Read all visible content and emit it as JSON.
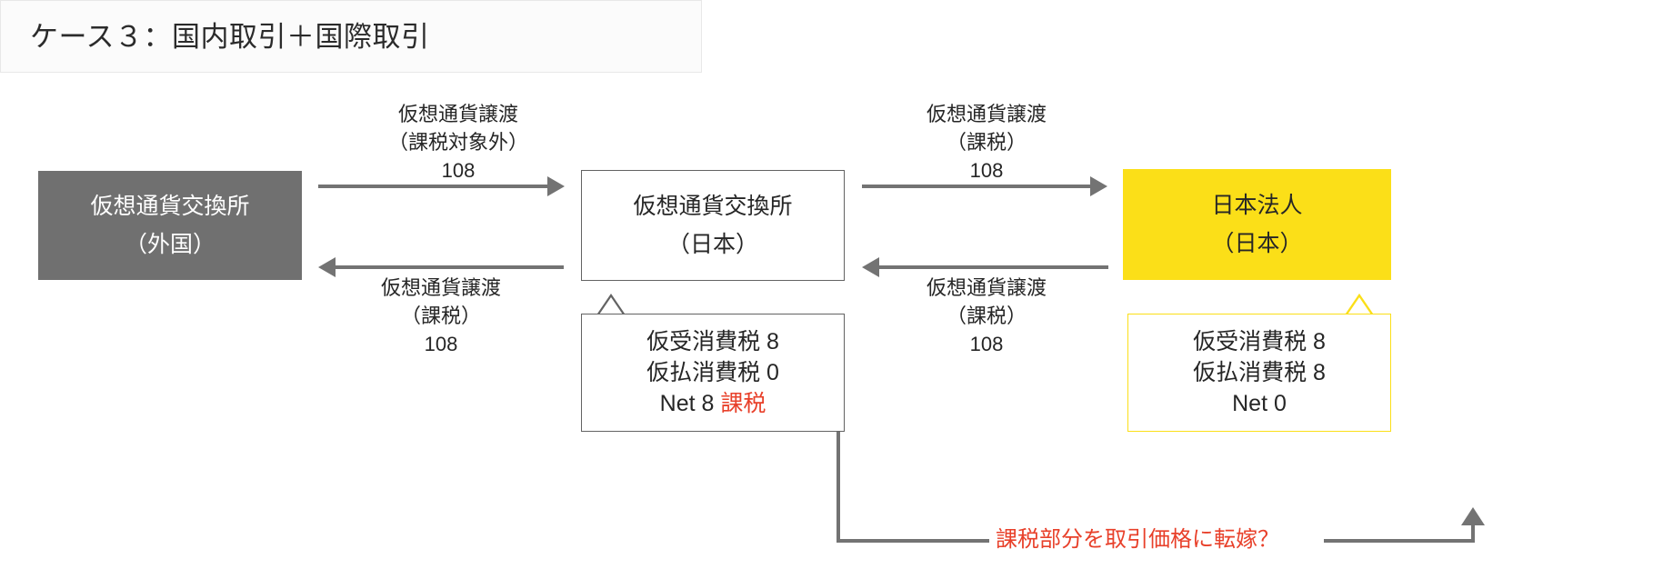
{
  "title": {
    "text": "ケース３：国内取引＋国際取引"
  },
  "entities": [
    {
      "id": "foreign-exchange",
      "line1": "仮想通貨交換所",
      "line2": "（外国）",
      "fill": "#707070",
      "text_color": "#ffffff"
    },
    {
      "id": "japan-exchange",
      "line1": "仮想通貨交換所",
      "line2": "（日本）",
      "fill": "#ffffff",
      "text_color": "#262626"
    },
    {
      "id": "japan-corp",
      "line1": "日本法人",
      "line2": "（日本）",
      "fill": "#fbdf18",
      "text_color": "#262626"
    }
  ],
  "flows": [
    {
      "id": "left-top",
      "direction": "right",
      "line1": "仮想通貨譲渡",
      "line2": "（課税対象外）",
      "amount": "108"
    },
    {
      "id": "right-top",
      "direction": "right",
      "line1": "仮想通貨譲渡",
      "line2": "（課税）",
      "amount": "108"
    },
    {
      "id": "left-bottom",
      "direction": "left",
      "line1": "仮想通貨譲渡",
      "line2": "（課税）",
      "amount": "108"
    },
    {
      "id": "right-bottom",
      "direction": "left",
      "line1": "仮想通貨譲渡",
      "line2": "（課税）",
      "amount": "108"
    }
  ],
  "callouts": [
    {
      "id": "japan-exchange-tax",
      "line1": "仮受消費税 8",
      "line2": "仮払消費税 0",
      "line3": "Net 8 ",
      "line3_highlight": "課税",
      "border_color": "#636363"
    },
    {
      "id": "japan-corp-tax",
      "line1": "仮受消費税 8",
      "line2": "仮払消費税 8",
      "line3": "Net 0",
      "line3_highlight": "",
      "border_color": "#fbdf18"
    }
  ],
  "annotation": {
    "transfer_question": "課税部分を取引価格に転嫁？",
    "color": "#e8402a"
  },
  "colors": {
    "gray_fill": "#707070",
    "yellow_fill": "#fbdf18",
    "arrow_gray": "#737373",
    "accent_red": "#e8402a",
    "box_border": "#636363"
  }
}
